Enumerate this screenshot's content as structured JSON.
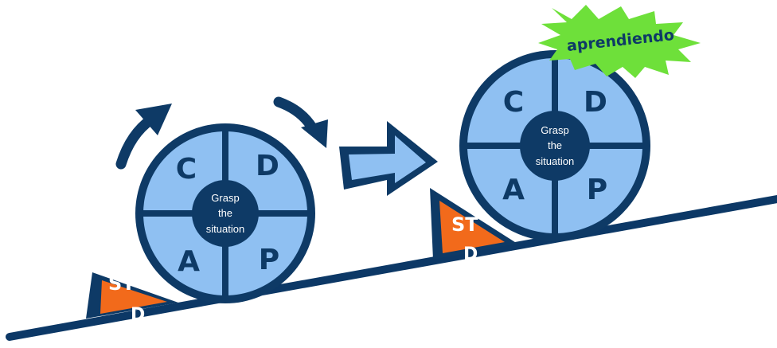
{
  "wheel_left": {
    "letters": {
      "top_left": "C",
      "top_right": "D",
      "bottom_left": "A",
      "bottom_right": "P"
    },
    "center_lines": [
      "Grasp",
      "the",
      "situation"
    ]
  },
  "wheel_right": {
    "letters": {
      "top_left": "C",
      "top_right": "D",
      "bottom_left": "A",
      "bottom_right": "P"
    },
    "center_lines": [
      "Grasp",
      "the",
      "situation"
    ]
  },
  "wedge_left": {
    "lines": [
      "ST",
      "D"
    ]
  },
  "wedge_right": {
    "lines": [
      "ST",
      "D"
    ]
  },
  "burst": {
    "label": "aprendiendo"
  },
  "colors": {
    "dark_navy": "#0e3a66",
    "quadrant_blue": "#8fc0f2",
    "wedge_orange": "#f26a1b",
    "burst_green": "#6ee03a",
    "ramp_navy": "#0c3866"
  }
}
